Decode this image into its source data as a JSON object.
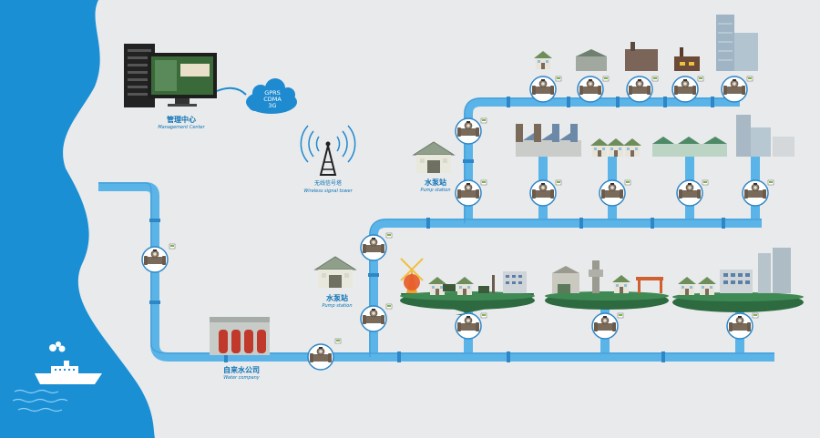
{
  "management_center": {
    "cn": "管理中心",
    "en": "Management Center"
  },
  "network_cloud": {
    "lines": [
      "GPRS",
      "CDMA",
      "3G"
    ]
  },
  "signal_tower": {
    "cn": "无线信号塔",
    "en": "Wireless signal tower"
  },
  "pump_station_upper": {
    "cn": "水泵站",
    "en": "Pump station"
  },
  "pump_station_lower": {
    "cn": "水泵站",
    "en": "Pump station"
  },
  "water_company": {
    "cn": "自来水公司",
    "en": "Water company"
  },
  "colors": {
    "sea": "#1a8fd4",
    "pipe": "#5ab4e8",
    "pipe_dark": "#2f86c6",
    "label": "#0c72b5",
    "island": "#2d6a40",
    "background": "#e8eaec"
  },
  "icons": [
    "water-meter-icon",
    "ship-icon",
    "signal-tower-icon",
    "computer-icon",
    "server-rack-icon",
    "cloud-icon",
    "pump-station-icon",
    "house-icon",
    "factory-icon",
    "skyscraper-icon",
    "windmill-icon"
  ]
}
